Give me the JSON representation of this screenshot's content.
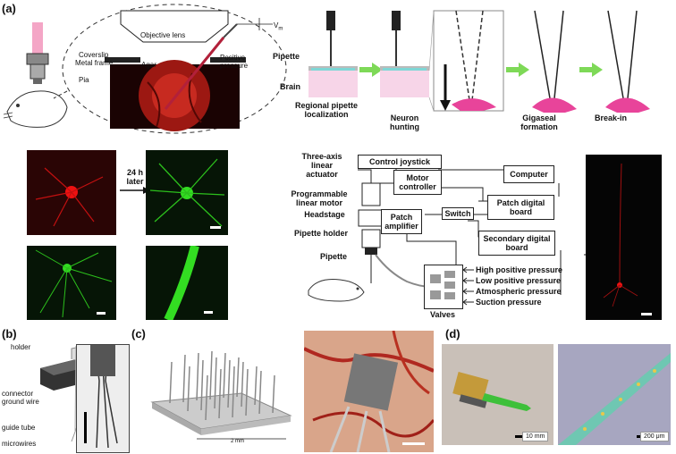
{
  "panel_a": {
    "letter": "(a)",
    "setup_labels": {
      "objective": "Objective lens",
      "coverslip": "Coverslip",
      "metal_frame": "Metal frame",
      "agar": "Agar",
      "pia": "Pia",
      "positive_pressure": "Positive pressure",
      "vm": "V",
      "vm_sub": "m"
    },
    "workflow": {
      "pipette": "Pipette",
      "brain": "Brain",
      "step1": "Regional pipette localization",
      "step2": "Neuron hunting",
      "step3": "Gigaseal formation",
      "step4": "Break-in"
    },
    "micro": {
      "later": "24 h later"
    },
    "diagram": {
      "three_axis": "Three-axis linear actuator",
      "programmable": "Programmable linear motor",
      "headstage": "Headstage",
      "pipette_holder": "Pipette holder",
      "pipette": "Pipette",
      "control_joystick": "Control joystick",
      "motor_controller": "Motor controller",
      "patch_amplifier": "Patch amplifier",
      "switch": "Switch",
      "computer": "Computer",
      "patch_digital_board": "Patch digital board",
      "secondary_digital_board": "Secondary digital board",
      "valves": "Valves",
      "pressures": [
        "High positive pressure",
        "Low positive pressure",
        "Atmospheric pressure",
        "Suction pressure"
      ]
    }
  },
  "panel_b": {
    "letter": "(b)",
    "labels": [
      "holder",
      "connector",
      "ground wire",
      "guide tube",
      "microwires"
    ]
  },
  "panel_c": {
    "letter": "(c)",
    "scale": "2 mm"
  },
  "panel_d": {
    "letter": "(d)",
    "scale_left": "10 mm",
    "scale_right": "200 μm"
  },
  "colors": {
    "arrow_green": "#7ed957",
    "neuron_pink": "#e8449a",
    "brain_pink": "#f7d5e8",
    "fluor_green": "#33dd22",
    "fluor_red": "#ee1111"
  }
}
